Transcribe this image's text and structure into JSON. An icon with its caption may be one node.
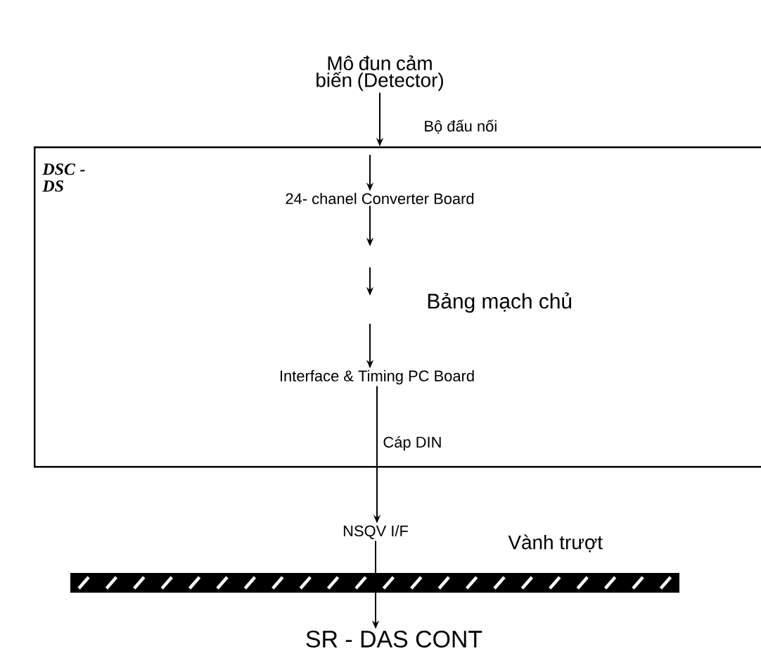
{
  "diagram": {
    "nodes": [
      {
        "text": [
          "Mô đun cảm biến (Detector)"
        ]
      },
      {
        "text": [
          "Bảng mạch chủ"
        ]
      },
      {
        "text": [
          "24- chanel Converter Board"
        ],
        "in": 1
      },
      {
        "text": [
          "Interface & Timing PC Board"
        ],
        "in": 1
      },
      {
        "text": [
          "NSQV I/F"
        ]
      },
      {
        "text": [
          "SR - DAS CONT"
        ]
      }
    ],
    "edges": [
      {
        "from": 0,
        "to": 1,
        "arrow": "to",
        "label": "Bộ đấu nối"
      },
      {
        "from": null,
        "to": 2,
        "arrow": "to"
      },
      {
        "from": 2,
        "to": null,
        "arrow": "to"
      },
      {
        "from": null,
        "to": 3,
        "arrow": "to"
      },
      {
        "from": 3,
        "to": 4,
        "arrow": "to",
        "label": "Cáp DIN"
      },
      {
        "from": 4,
        "to": 5,
        "arrow": "to"
      }
    ],
    "labels": [
      "DSC - DS",
      "Vành trượt"
    ]
  }
}
